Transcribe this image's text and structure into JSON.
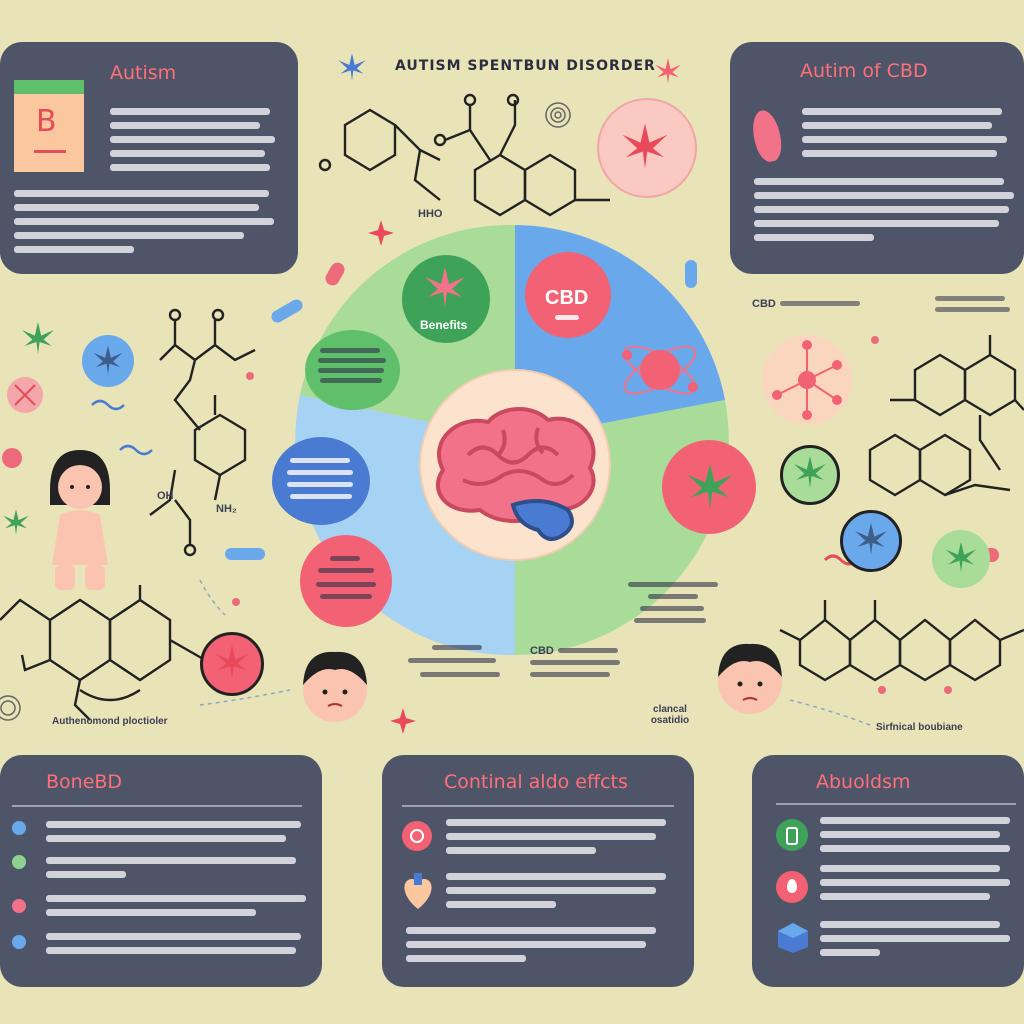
{
  "header": {
    "title": "AUTISM SPENTBUN DISORDER"
  },
  "cards": {
    "autism": {
      "title": "Autism",
      "badge_letter": "B"
    },
    "autism_cbd": {
      "title": "Autim of CBD"
    },
    "benefits": {
      "title": "BoneBD"
    },
    "side_effects": {
      "title": "Continal aldo effcts"
    },
    "abuse": {
      "title": "Abuoldsm"
    }
  },
  "center": {
    "cbd_label": "CBD",
    "benefits_label": "Benefits"
  },
  "labels": {
    "hho": "HHO",
    "cbd_right": "CBD",
    "left_chem": "Authenomond ploctioler",
    "right_chem": "Sirfnical boubiane",
    "cbd_bottom": "CBD",
    "chemical_bottom": "clancal osatidio",
    "nh2": "NH₂",
    "oh": "OH"
  },
  "colors": {
    "background": "#e9e3b8",
    "card": "#4f5569",
    "accent_red": "#ff6f78",
    "green": "#8fd18f",
    "blue": "#6aa8ec",
    "light_blue": "#a6d2f3",
    "brain": "#f2728a"
  }
}
